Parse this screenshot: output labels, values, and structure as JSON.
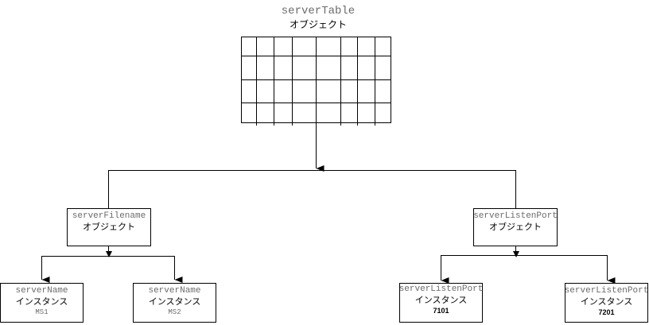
{
  "root": {
    "title": "serverTable",
    "subtitle": "オブジェクト"
  },
  "left_group": {
    "title": "serverFilename",
    "subtitle": "オブジェクト",
    "children": [
      {
        "title": "serverName",
        "subtitle": "インスタンス",
        "value": "MS1"
      },
      {
        "title": "serverName",
        "subtitle": "インスタンス",
        "value": "MS2"
      }
    ]
  },
  "right_group": {
    "title": "serverListenPort",
    "subtitle": "オブジェクト",
    "children": [
      {
        "title": "serverListenPort",
        "subtitle": "インスタンス",
        "value": "7101"
      },
      {
        "title": "serverListenPort",
        "subtitle": "インスタンス",
        "value": "7201"
      }
    ]
  },
  "colors": {
    "line": "#000000",
    "code_text": "#6b6b6b"
  }
}
